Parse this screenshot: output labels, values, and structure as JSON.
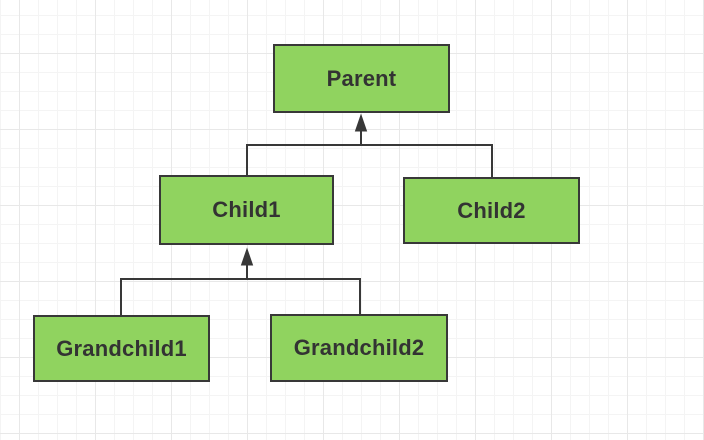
{
  "diagram": {
    "nodes": [
      {
        "id": "parent",
        "label": "Parent"
      },
      {
        "id": "child1",
        "label": "Child1"
      },
      {
        "id": "child2",
        "label": "Child2"
      },
      {
        "id": "grandchild1",
        "label": "Grandchild1"
      },
      {
        "id": "grandchild2",
        "label": "Grandchild2"
      }
    ],
    "edges": [
      {
        "from": "Child1",
        "to": "Parent",
        "arrowhead_at": "Parent"
      },
      {
        "from": "Child2",
        "to": "Parent",
        "arrowhead_at": "Parent"
      },
      {
        "from": "Grandchild1",
        "to": "Child1",
        "arrowhead_at": "Child1"
      },
      {
        "from": "Grandchild2",
        "to": "Child1",
        "arrowhead_at": "Child1"
      }
    ],
    "colors": {
      "node_fill": "#90D35F",
      "node_border": "#383838",
      "edge": "#383838",
      "text": "#333333",
      "canvas_bg": "#FFFFFF",
      "grid_minor": "#F4F4F4",
      "grid_major": "#E8E8E8"
    }
  }
}
